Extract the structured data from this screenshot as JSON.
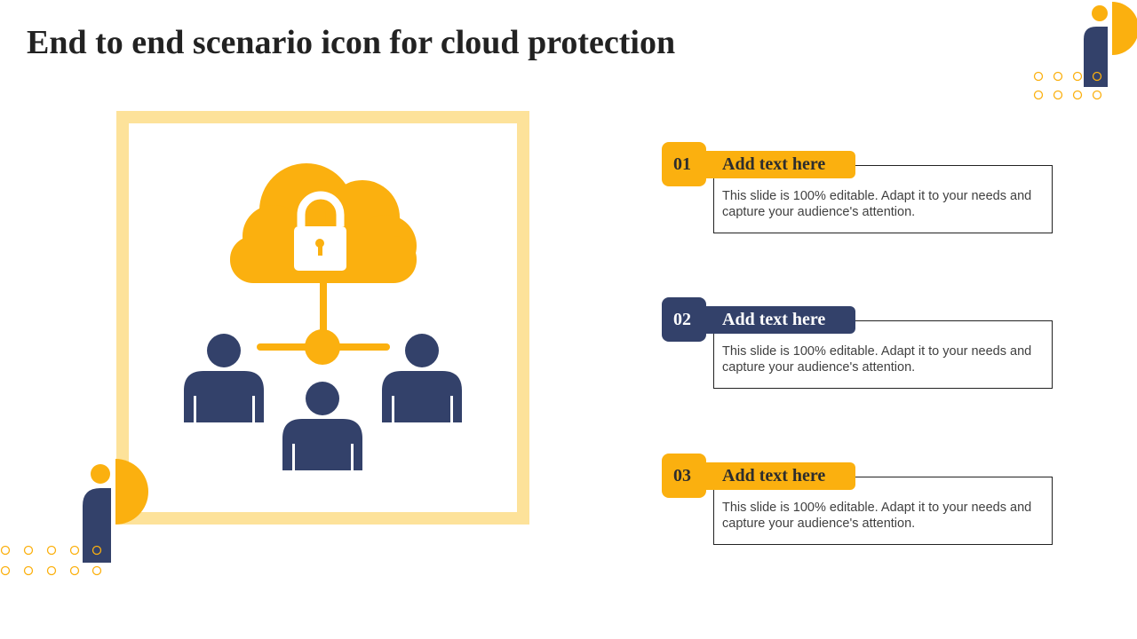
{
  "title": "End to end scenario icon for cloud protection",
  "colors": {
    "accent_yellow": "#fbb00f",
    "light_yellow": "#fde29a",
    "navy": "#33416a",
    "text_dark": "#222222"
  },
  "icons": {
    "main": "cloud-lock-network-users-icon"
  },
  "items": [
    {
      "number": "01",
      "heading": "Add text here",
      "body": "This slide is 100% editable. Adapt it to your needs and capture your audience's attention.",
      "tab_color": "yellow"
    },
    {
      "number": "02",
      "heading": "Add text here",
      "body": "This slide is 100% editable. Adapt it to your needs and capture your audience's attention.",
      "tab_color": "navy"
    },
    {
      "number": "03",
      "heading": "Add text here",
      "body": "This slide is 100% editable. Adapt it to your needs and capture your audience's attention.",
      "tab_color": "yellow"
    }
  ]
}
